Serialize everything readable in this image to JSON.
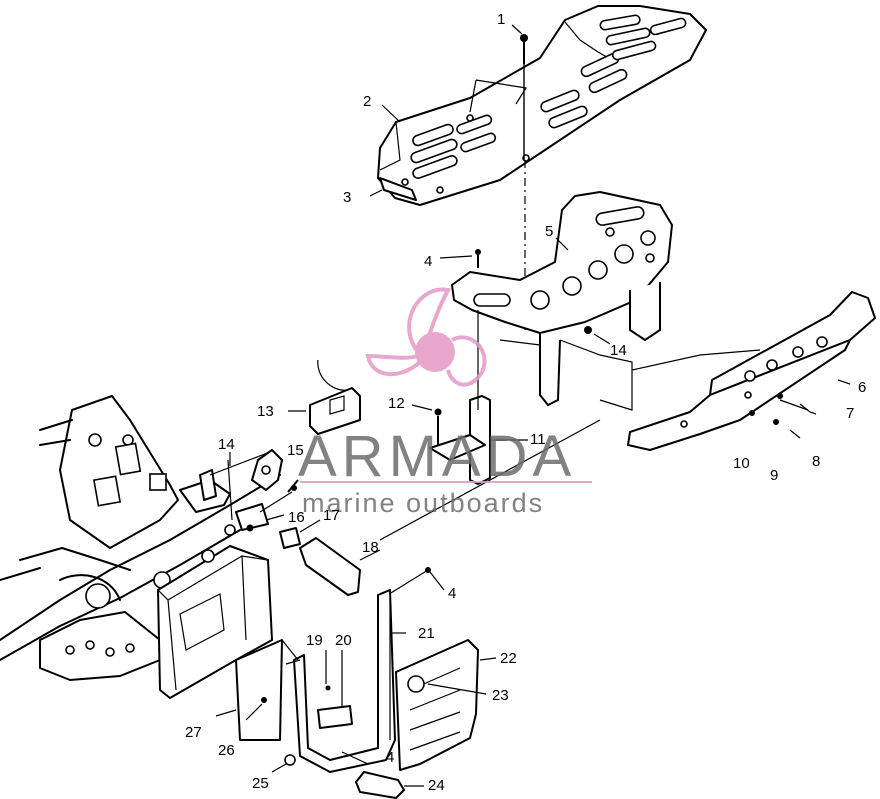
{
  "diagram": {
    "callouts": [
      {
        "id": "c1",
        "label": "1"
      },
      {
        "id": "c2",
        "label": "2"
      },
      {
        "id": "c3",
        "label": "3"
      },
      {
        "id": "c4a",
        "label": "4"
      },
      {
        "id": "c4b",
        "label": "4"
      },
      {
        "id": "c4c",
        "label": "4"
      },
      {
        "id": "c5",
        "label": "5"
      },
      {
        "id": "c6",
        "label": "6"
      },
      {
        "id": "c7",
        "label": "7"
      },
      {
        "id": "c8",
        "label": "8"
      },
      {
        "id": "c9",
        "label": "9"
      },
      {
        "id": "c10",
        "label": "10"
      },
      {
        "id": "c11",
        "label": "11"
      },
      {
        "id": "c12",
        "label": "12"
      },
      {
        "id": "c13",
        "label": "13"
      },
      {
        "id": "c14a",
        "label": "14"
      },
      {
        "id": "c14b",
        "label": "14"
      },
      {
        "id": "c15",
        "label": "15"
      },
      {
        "id": "c16",
        "label": "16"
      },
      {
        "id": "c17",
        "label": "17"
      },
      {
        "id": "c18",
        "label": "18"
      },
      {
        "id": "c19",
        "label": "19"
      },
      {
        "id": "c20",
        "label": "20"
      },
      {
        "id": "c21",
        "label": "21"
      },
      {
        "id": "c22",
        "label": "22"
      },
      {
        "id": "c23",
        "label": "23"
      },
      {
        "id": "c24",
        "label": "24"
      },
      {
        "id": "c25",
        "label": "25"
      },
      {
        "id": "c26",
        "label": "26"
      },
      {
        "id": "c27",
        "label": "27"
      }
    ]
  },
  "watermark": {
    "brand": "ARMADA",
    "tagline": "marine outboards",
    "accent_color": "#e49ac6",
    "text_color": "#6d6d6d"
  }
}
